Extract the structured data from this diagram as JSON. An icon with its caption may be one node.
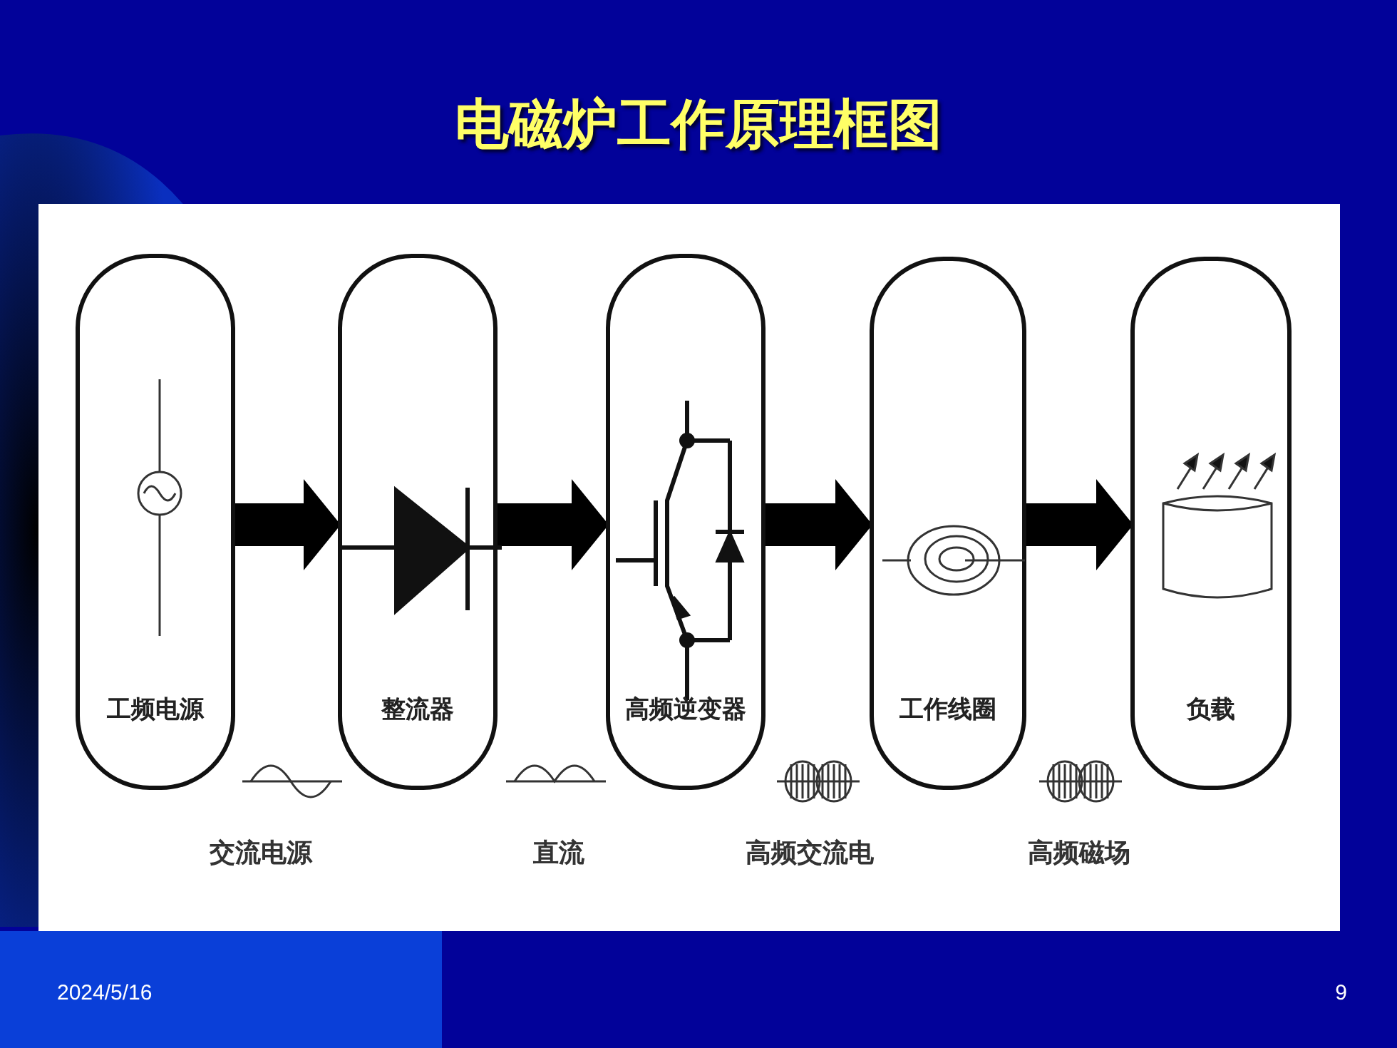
{
  "diagram": {
    "title": "电磁炉工作原理框图",
    "nodes": [
      {
        "text": [
          "工频电源"
        ]
      },
      {
        "text": [
          "整流器"
        ]
      },
      {
        "text": [
          "高频逆变器"
        ]
      },
      {
        "text": [
          "工作线圈"
        ]
      },
      {
        "text": [
          "负载"
        ]
      }
    ],
    "edges": [
      {
        "from": 0,
        "to": 1,
        "arrow": "to"
      },
      {
        "from": 1,
        "to": 2,
        "arrow": "to"
      },
      {
        "from": 2,
        "to": 3,
        "arrow": "to"
      },
      {
        "from": 3,
        "to": 4,
        "arrow": "to"
      }
    ],
    "labels": [
      "交流电源",
      "直流",
      "高频交流电",
      "高频磁场",
      "2024/5/16",
      "9"
    ]
  }
}
